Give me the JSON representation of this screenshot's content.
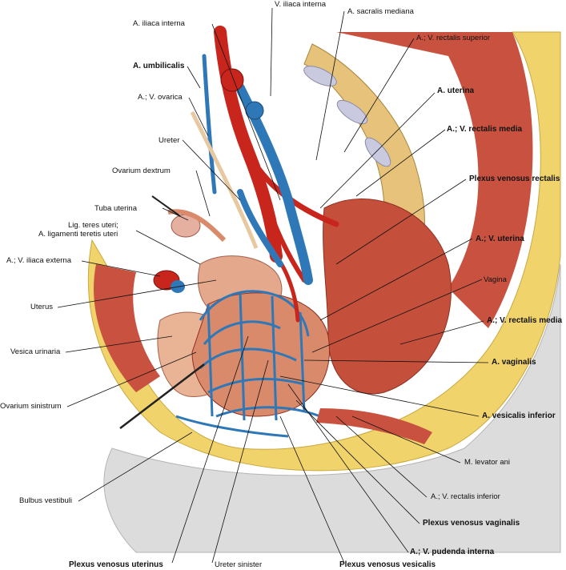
{
  "labels": {
    "v_iliaca_interna": "V. iliaca interna",
    "a_sacralis_mediana": "A. sacralis mediana",
    "a_iliaca_interna": "A. iliaca interna",
    "a_v_rectalis_superior": "A.; V. rectalis superior",
    "a_umbilicalis": "A. umbilicalis",
    "a_v_ovarica": "A.; V. ovarica",
    "a_uterina": "A. uterina",
    "a_v_rectalis_media_top": "A.; V. rectalis media",
    "ureter": "Ureter",
    "ovarium_dextrum": "Ovarium dextrum",
    "plexus_venosus_rectalis": "Plexus venosus rectalis",
    "tuba_uterina": "Tuba uterina",
    "lig_teres_1": "Lig. teres uteri;",
    "lig_teres_2": "A. ligamenti teretis uteri",
    "a_v_uterina": "A.; V. uterina",
    "a_v_iliaca_externa": "A.; V. iliaca externa",
    "vagina": "Vagina",
    "uterus": "Uterus",
    "a_v_rectalis_media_right": "A.; V. rectalis media",
    "vesica_urinaria": "Vesica urinaria",
    "a_vaginalis": "A. vaginalis",
    "ovarium_sinistrum": "Ovarium sinistrum",
    "a_vesicalis_inferior": "A. vesicalis inferior",
    "m_levator_ani": "M. levator ani",
    "a_v_rectalis_inferior": "A.; V. rectalis inferior",
    "bulbus_vestibuli": "Bulbus vestibuli",
    "plexus_venosus_vaginalis": "Plexus venosus vaginalis",
    "a_v_pudenda_interna": "A.; V. pudenda interna",
    "plexus_venosus_uterinus": "Plexus venosus uterinus",
    "ureter_sinister": "Ureter sinister",
    "plexus_venosus_vesicalis": "Plexus venosus vesicalis"
  },
  "colors": {
    "artery": "#c8261c",
    "vein": "#2f78b8",
    "muscle": "#b84a3a",
    "bone": "#d9b25a",
    "fat": "#f0d36a",
    "skin": "#d8d8d8",
    "leader_line": "#111111"
  }
}
